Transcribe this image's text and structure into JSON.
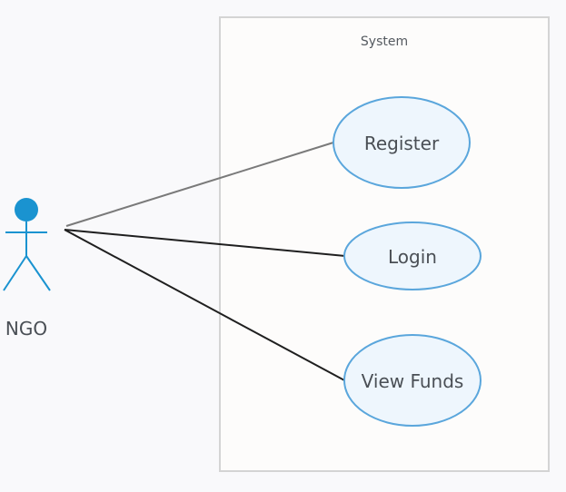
{
  "system": {
    "title": "System"
  },
  "actor": {
    "label": "NGO",
    "icon": "stick-figure-icon",
    "color": "#1a93d0"
  },
  "use_cases": [
    {
      "id": "register",
      "label": "Register"
    },
    {
      "id": "login",
      "label": "Login"
    },
    {
      "id": "view-funds",
      "label": "View Funds"
    }
  ],
  "associations": [
    {
      "from": "NGO",
      "to": "Register",
      "color": "#7a7a7a"
    },
    {
      "from": "NGO",
      "to": "Login",
      "color": "#1f1f1f"
    },
    {
      "from": "NGO",
      "to": "View Funds",
      "color": "#1f1f1f"
    }
  ],
  "colors": {
    "background": "#f9f9fb",
    "boundary_stroke": "#d4d4d4",
    "use_case_fill": "#eef6fd",
    "use_case_stroke": "#5aa6dc",
    "text": "#4a4f55"
  }
}
